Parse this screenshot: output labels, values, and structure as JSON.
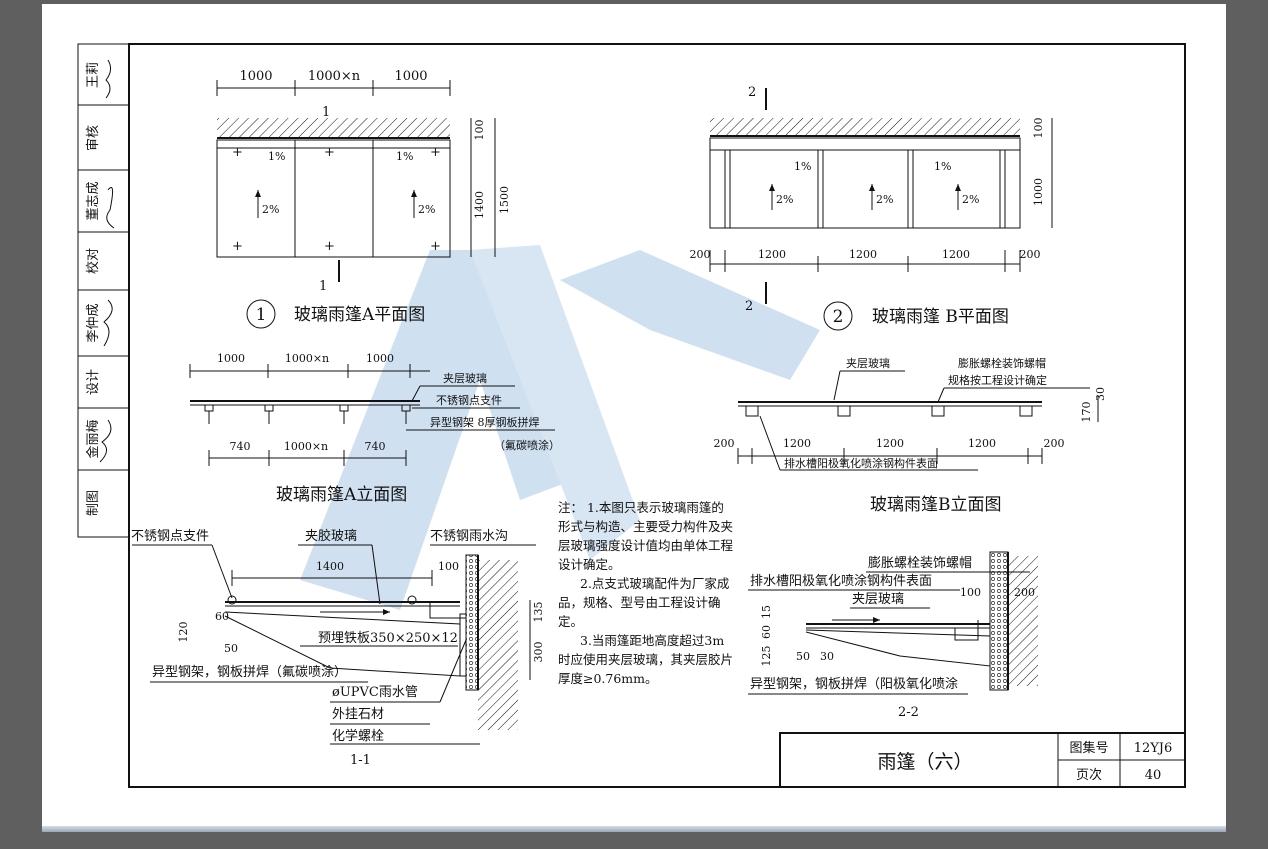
{
  "title_block": {
    "title": "雨篷（六）",
    "atlas_label": "图集号",
    "atlas_value": "12YJ6",
    "page_label": "页次",
    "page_value": "40"
  },
  "signature_column": [
    {
      "name": "王莉",
      "role": ""
    },
    {
      "name": "",
      "role": "审核"
    },
    {
      "name": "董志成",
      "role": ""
    },
    {
      "name": "",
      "role": "校对"
    },
    {
      "name": "李仲成",
      "role": ""
    },
    {
      "name": "",
      "role": "设计"
    },
    {
      "name": "金丽梅",
      "role": ""
    },
    {
      "name": "",
      "role": "制图"
    }
  ],
  "plan_a": {
    "number": "1",
    "title": "玻璃雨篷A平面图",
    "dims_top": [
      "1000",
      "1000×n",
      "1000"
    ],
    "dims_right": [
      "100",
      "1400",
      "1500"
    ],
    "slopes": [
      "1%",
      "1%",
      "2%",
      "2%"
    ],
    "section_mark": "1"
  },
  "plan_b": {
    "number": "2",
    "title": "玻璃雨篷 B平面图",
    "dims_bottom": [
      "200",
      "1200",
      "1200",
      "1200",
      "200"
    ],
    "dims_right": [
      "100",
      "1000"
    ],
    "slopes": [
      "1%",
      "1%",
      "2%",
      "2%",
      "2%"
    ],
    "section_mark": "2"
  },
  "elev_a": {
    "title": "玻璃雨篷A立面图",
    "dims_top": [
      "1000",
      "1000×n",
      "1000"
    ],
    "dims_bottom": [
      "740",
      "1000×n",
      "740"
    ],
    "labels": [
      "夹层玻璃",
      "不锈钢点支件",
      "异型钢架 8厚钢板拼焊",
      "（氟碳喷涂）"
    ]
  },
  "elev_b": {
    "title": "玻璃雨篷B立面图",
    "dims_bottom": [
      "200",
      "1200",
      "1200",
      "1200",
      "200"
    ],
    "dims_right": [
      "30",
      "170"
    ],
    "labels": [
      "夹层玻璃",
      "膨胀螺栓装饰螺帽",
      "规格按工程设计确定",
      "排水槽阳极氧化喷涂钢构件表面"
    ]
  },
  "section_11": {
    "title": "1-1",
    "dims": [
      "1400",
      "100",
      "60",
      "120",
      "50",
      "135",
      "300"
    ],
    "labels": [
      "不锈钢点支件",
      "夹胶玻璃",
      "不锈钢雨水沟",
      "预埋铁板350×250×12",
      "异型钢架，钢板拼焊（氟碳喷涂）",
      "øUPVC雨水管",
      "外挂石材",
      "化学螺栓"
    ]
  },
  "section_22": {
    "title": "2-2",
    "dims": [
      "100",
      "200",
      "15",
      "60",
      "125",
      "50",
      "30"
    ],
    "labels": [
      "膨胀螺栓装饰螺帽",
      "排水槽阳极氧化喷涂钢构件表面",
      "夹层玻璃",
      "异型钢架，钢板拼焊（阳极氧化喷涂"
    ]
  },
  "notes": [
    "注：  1.本图只表示玻璃雨篷的形式与构造、主要受力构件及夹层玻璃强度设计值均由单体工程设计确定。",
    "2.点支式玻璃配件为厂家成品，规格、型号由工程设计确定。",
    "3.当雨篷距地高度超过3m时应使用夹层玻璃，其夹层胶片厚度≥0.76mm。"
  ],
  "colors": {
    "background": "#5f5f5f",
    "paper": "#ffffff",
    "ink": "#111111",
    "watermark": "#a9c7e4"
  }
}
